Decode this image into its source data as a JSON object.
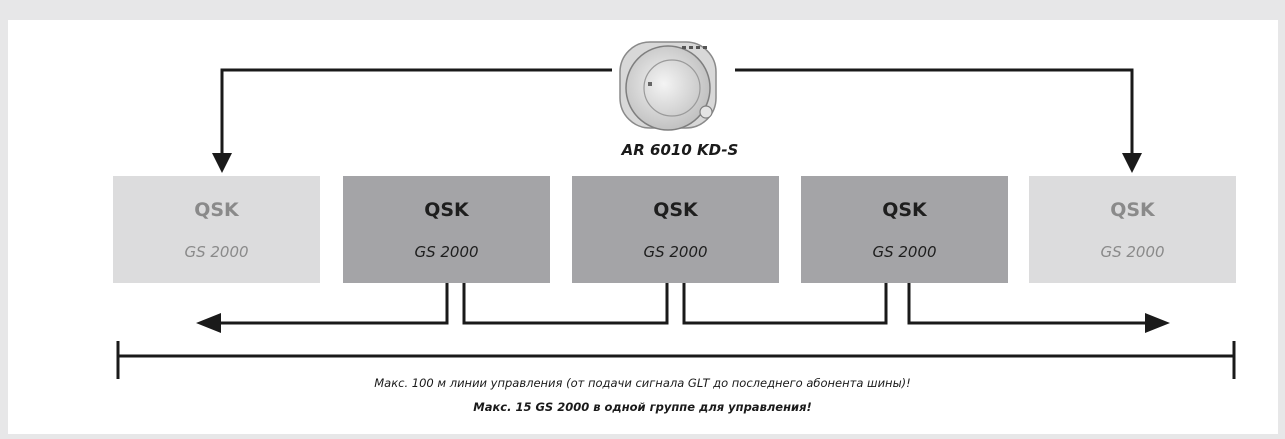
{
  "device": {
    "label": "AR 6010 KD-S"
  },
  "units": [
    {
      "title": "QSK",
      "subtitle": "GS 2000",
      "style": "light"
    },
    {
      "title": "QSK",
      "subtitle": "GS 2000",
      "style": "dark"
    },
    {
      "title": "QSK",
      "subtitle": "GS 2000",
      "style": "dark"
    },
    {
      "title": "QSK",
      "subtitle": "GS 2000",
      "style": "dark"
    },
    {
      "title": "QSK",
      "subtitle": "GS 2000",
      "style": "light"
    }
  ],
  "notes": {
    "line_length": "Макс. 100 м линии управления (от подачи сигнала GLT до последнего абонента шины)!",
    "max_units": "Макс. 15 GS 2000 в одной группе для управления!"
  },
  "colors": {
    "light_box": "#dcdcdd",
    "dark_box": "#a4a4a7",
    "line": "#1a1a1a",
    "background": "#e7e7e8"
  }
}
